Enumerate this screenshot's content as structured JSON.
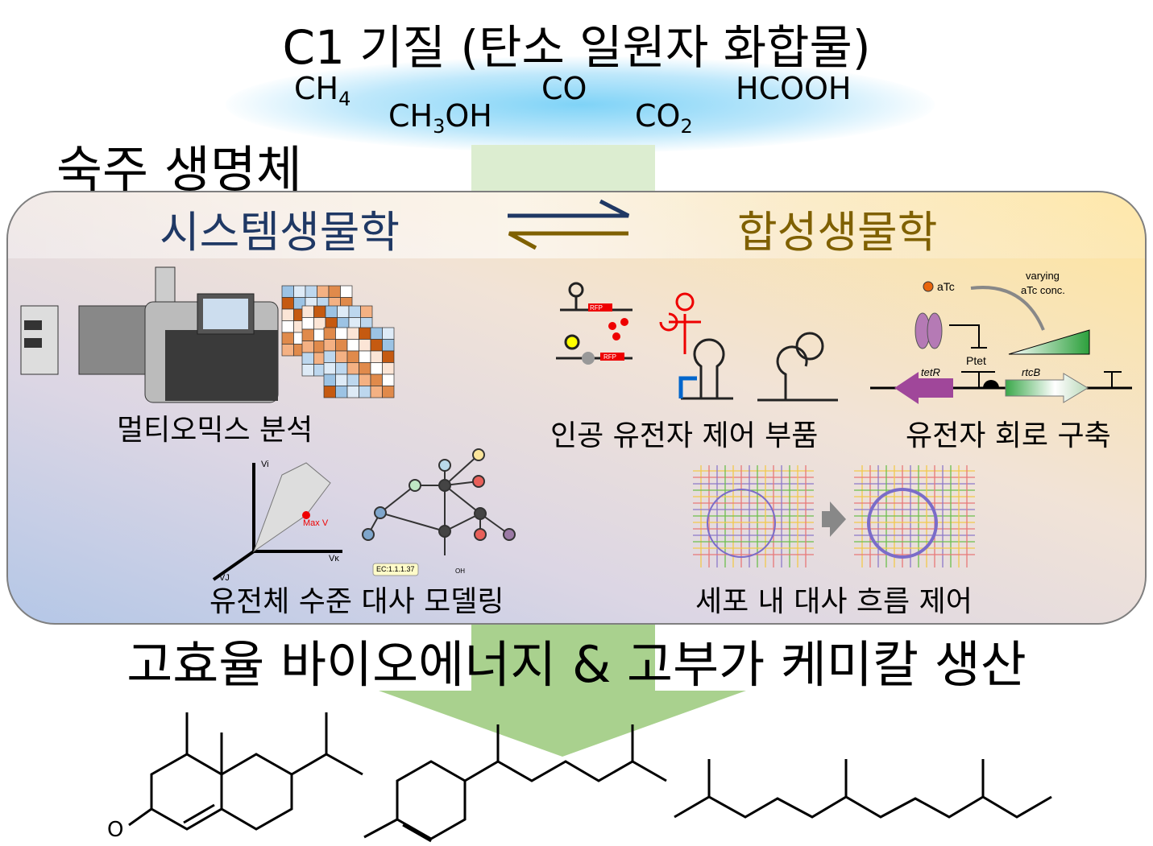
{
  "title": "C1 기질 (탄소 일원자 화합물)",
  "chemicals": [
    {
      "base": "CH",
      "sub": "4",
      "after": ""
    },
    {
      "base": "CH",
      "sub": "3",
      "after": "OH"
    },
    {
      "base": "CO",
      "sub": "",
      "after": ""
    },
    {
      "base": "CO",
      "sub": "2",
      "after": ""
    },
    {
      "base": "HCOOH",
      "sub": "",
      "after": ""
    }
  ],
  "host_label": "숙주 생명체",
  "systems_biology": "시스템생물학",
  "synthetic_biology": "합성생물학",
  "colors": {
    "systems": "#1f3864",
    "synthetic": "#7f6000",
    "arrow_green": "#a9d18e"
  },
  "panels": {
    "multiomics": "멀티오믹스 분석",
    "parts": "인공 유전자 제어 부품",
    "circuit": "유전자 회로 구축",
    "modeling": "유전체 수준 대사 모델링",
    "flux": "세포 내 대사 흐름 제어"
  },
  "circuit_labels": {
    "atc": "aTc",
    "varying": "varying",
    "varying2": "aTc conc.",
    "ptet": "Ptet",
    "tetr": "tetR",
    "rtcb": "rtcB"
  },
  "model_labels": {
    "vi": "Vi",
    "vk": "Vκ",
    "vj": "VJ",
    "maxv": "Max V",
    "ec": "EC:1.1.1.37",
    "oh": "OH"
  },
  "rfp": "RFP",
  "product_line": "고효율 바이오에너지 & 고부가 케미칼 생산",
  "molecule_o": "O"
}
